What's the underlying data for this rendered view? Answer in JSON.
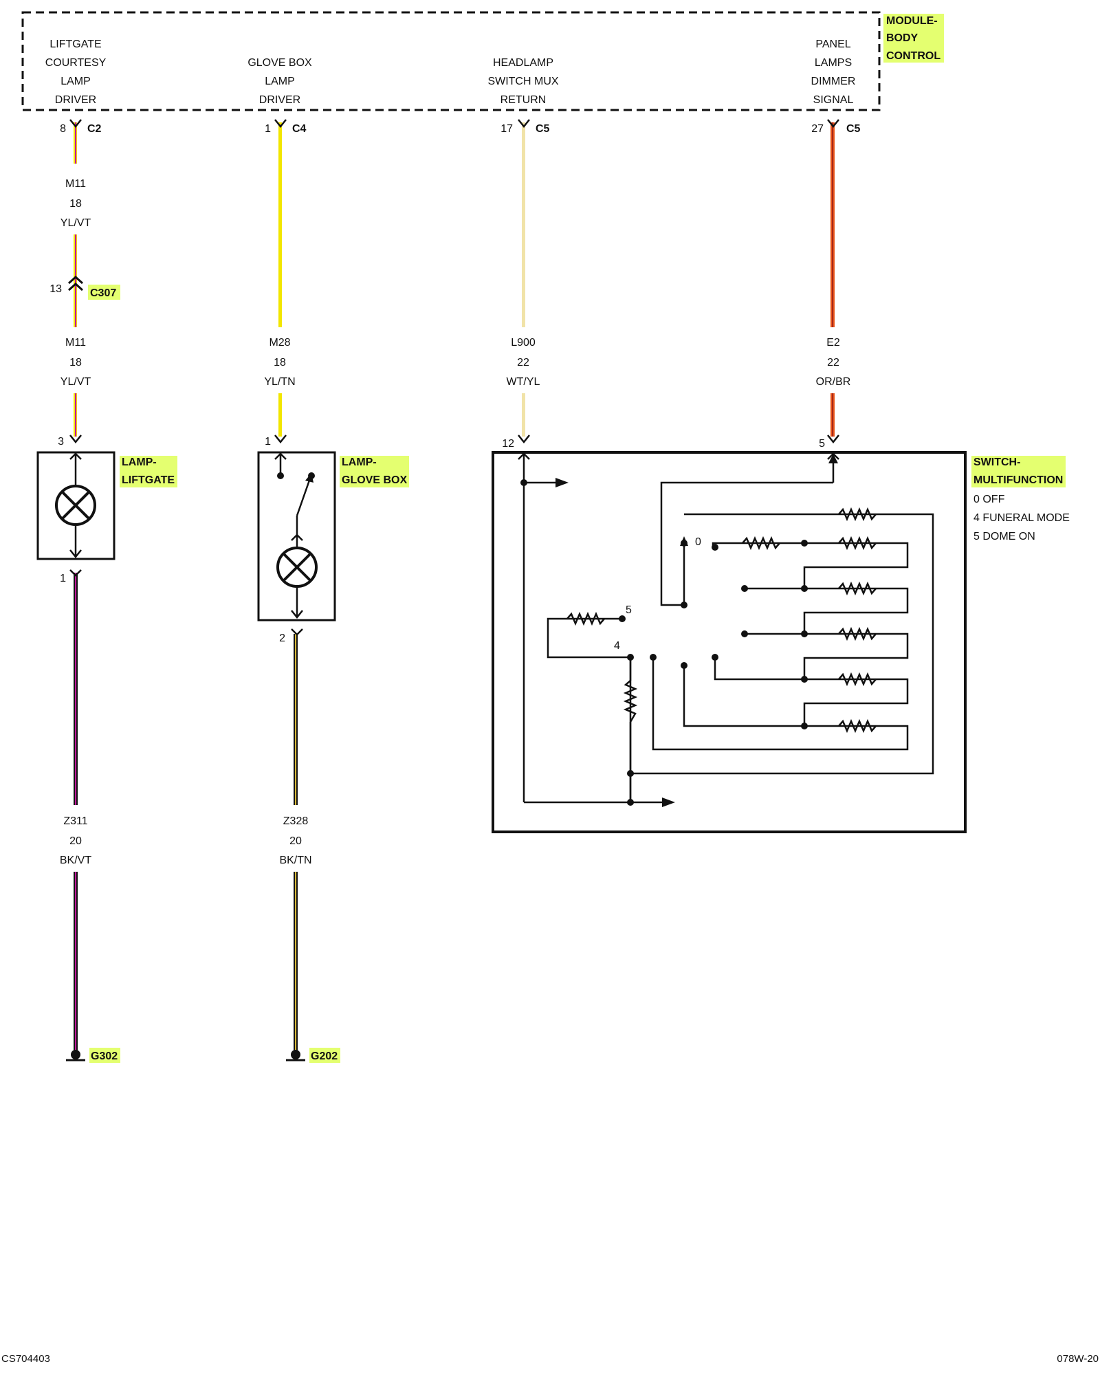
{
  "module": {
    "name_lines": [
      "MODULE-",
      "BODY",
      "CONTROL"
    ],
    "pins": [
      {
        "lines": [
          "LIFTGATE",
          "COURTESY",
          "LAMP",
          "DRIVER"
        ],
        "pin": "8",
        "connector": "C2"
      },
      {
        "lines": [
          "GLOVE BOX",
          "LAMP",
          "DRIVER"
        ],
        "pin": "1",
        "connector": "C4"
      },
      {
        "lines": [
          "HEADLAMP",
          "SWITCH MUX",
          "RETURN"
        ],
        "pin": "17",
        "connector": "C5"
      },
      {
        "lines": [
          "PANEL",
          "LAMPS",
          "DIMMER",
          "SIGNAL"
        ],
        "pin": "27",
        "connector": "C5"
      }
    ]
  },
  "wires": {
    "m11_upper": [
      "M11",
      "18",
      "YL/VT"
    ],
    "m11_lower": [
      "M11",
      "18",
      "YL/VT"
    ],
    "m28": [
      "M28",
      "18",
      "YL/TN"
    ],
    "l900": [
      "L900",
      "22",
      "WT/YL"
    ],
    "e2": [
      "E2",
      "22",
      "OR/BR"
    ],
    "z311": [
      "Z311",
      "20",
      "BK/VT"
    ],
    "z328": [
      "Z328",
      "20",
      "BK/TN"
    ]
  },
  "inline_connector": {
    "pin": "13",
    "name": "C307"
  },
  "lamp_liftgate": {
    "name_lines": [
      "LAMP-",
      "LIFTGATE"
    ],
    "pin_top": "3",
    "pin_bottom": "1"
  },
  "lamp_glovebox": {
    "name_lines": [
      "LAMP-",
      "GLOVE BOX"
    ],
    "pin_top": "1",
    "pin_bottom": "2"
  },
  "switch": {
    "name_lines": [
      "SWITCH-",
      "MULTIFUNCTION"
    ],
    "legend": [
      "0 OFF",
      "4 FUNERAL MODE",
      "5 DOME ON"
    ],
    "pin_left": "12",
    "pin_right": "5",
    "positions": [
      "0",
      "5",
      "4"
    ]
  },
  "grounds": {
    "g302": "G302",
    "g202": "G202"
  },
  "footer": {
    "left": "CS704403",
    "right": "078W-20"
  },
  "colors": {
    "yellow": "#f2e600",
    "violet": "#c2189b",
    "wire_wt_yl": "#f1e3a8",
    "orange": "#e8551a",
    "brown": "#a8281a",
    "black": "#111111",
    "highlight": "#e4ff70"
  }
}
